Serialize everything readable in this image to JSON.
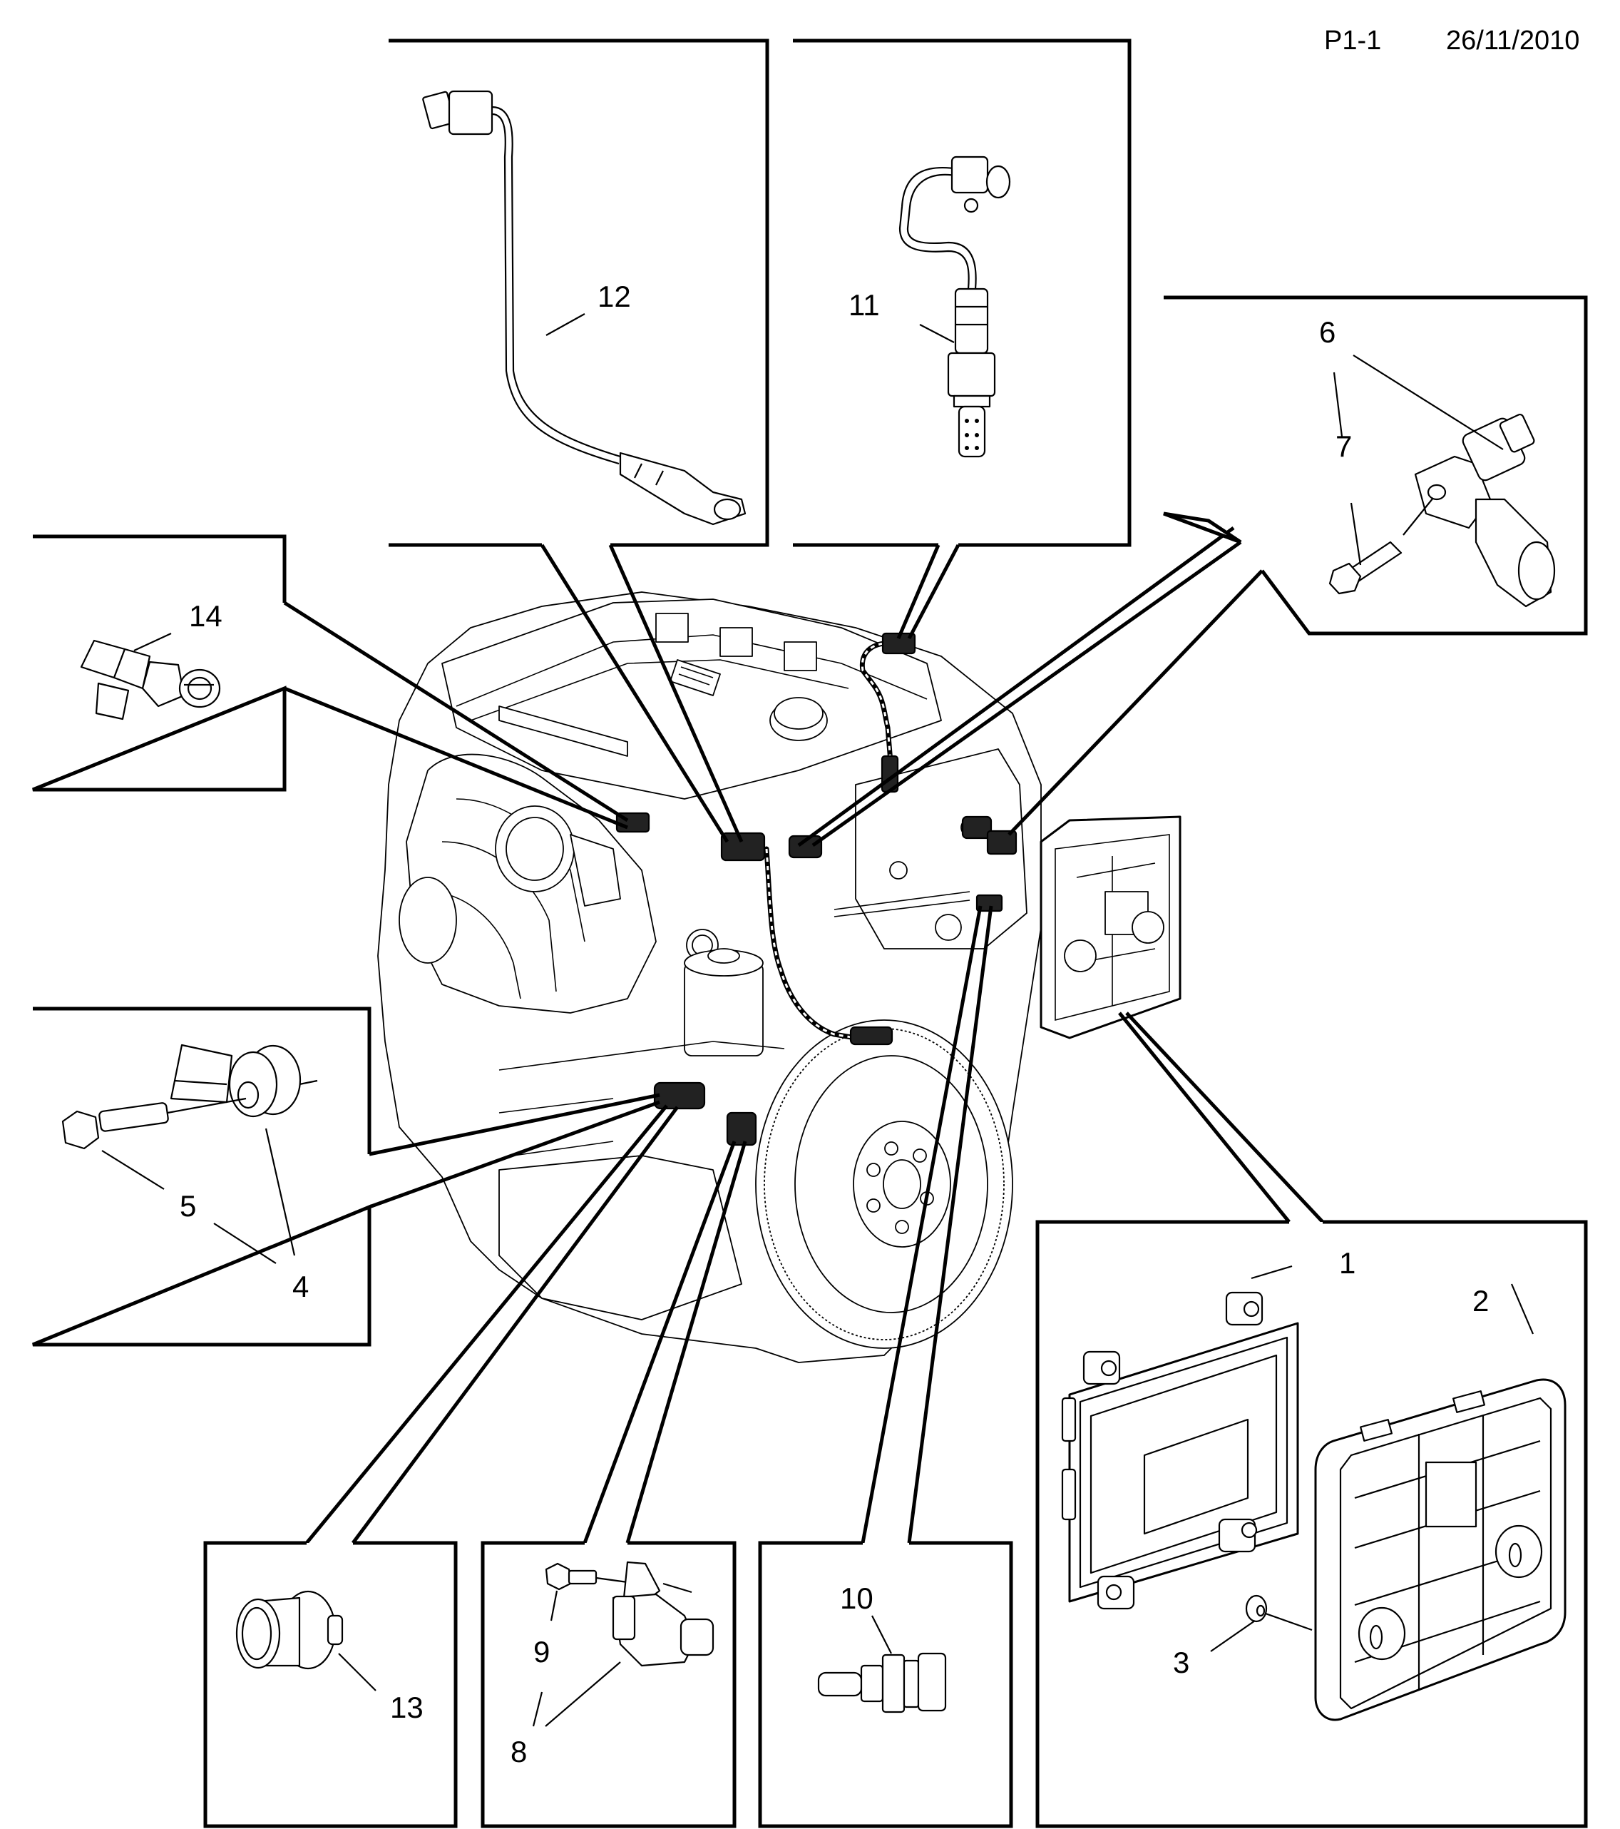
{
  "header": {
    "page_ref": "P1-1",
    "date": "26/11/2010"
  },
  "callouts": {
    "c1": "1",
    "c2": "2",
    "c3": "3",
    "c4": "4",
    "c5": "5",
    "c6": "6",
    "c7": "7",
    "c8": "8",
    "c9": "9",
    "c10": "10",
    "c11": "11",
    "c12": "12",
    "c13": "13",
    "c14": "14"
  },
  "parts": [
    {
      "ref": "1",
      "depicts": "engine control module"
    },
    {
      "ref": "2",
      "depicts": "control module bracket"
    },
    {
      "ref": "3",
      "depicts": "nut"
    },
    {
      "ref": "4",
      "depicts": "knock sensor"
    },
    {
      "ref": "5",
      "depicts": "bolt"
    },
    {
      "ref": "6",
      "depicts": "camshaft position sensor"
    },
    {
      "ref": "7",
      "depicts": "bolt"
    },
    {
      "ref": "8",
      "depicts": "crankshaft position sensor"
    },
    {
      "ref": "9",
      "depicts": "bolt"
    },
    {
      "ref": "10",
      "depicts": "coolant temperature sensor"
    },
    {
      "ref": "11",
      "depicts": "oxygen sensor"
    },
    {
      "ref": "12",
      "depicts": "oxygen sensor"
    },
    {
      "ref": "13",
      "depicts": "oil pressure switch"
    },
    {
      "ref": "14",
      "depicts": "manifold pressure sensor"
    }
  ]
}
